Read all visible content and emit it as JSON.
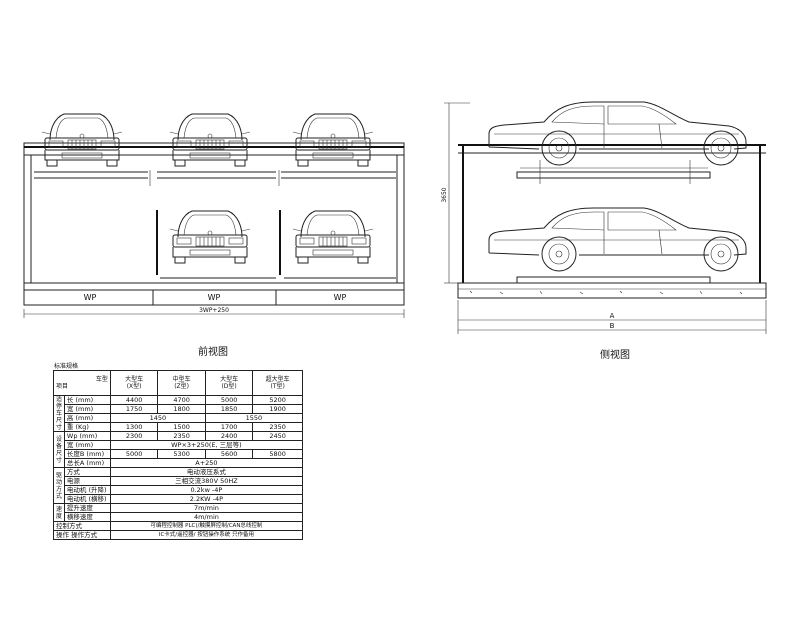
{
  "front_view": {
    "wp_labels": [
      "WP",
      "WP",
      "WP"
    ],
    "total_width": "3WP+250",
    "caption": "前视图"
  },
  "side_view": {
    "height": "3650",
    "dim_a": "A",
    "dim_b": "B",
    "caption": "侧视图"
  },
  "spec_table": {
    "title": "标准规格",
    "header": {
      "corner_top": "车型",
      "corner_bottom": "项目",
      "types": [
        {
          "name": "大型车",
          "code": "(X型)"
        },
        {
          "name": "中型车",
          "code": "(Z型)"
        },
        {
          "name": "大型车",
          "code": "(D型)"
        },
        {
          "name": "超大型车",
          "code": "(T型)"
        }
      ]
    },
    "groups": {
      "car_size": "适停车尺寸",
      "equipment_size": "设备尺寸",
      "drive": "驱动方式",
      "speed": "速度"
    },
    "rows": {
      "length": {
        "label": "长 (mm)",
        "values": [
          "4400",
          "4700",
          "5000",
          "5200"
        ]
      },
      "width": {
        "label": "宽 (mm)",
        "values": [
          "1750",
          "1800",
          "1850",
          "1900"
        ]
      },
      "height": {
        "label": "高 (mm)",
        "values": [
          "1450",
          "1550"
        ]
      },
      "weight": {
        "label": "重 (Kg)",
        "values": [
          "1300",
          "1500",
          "1700",
          "2350"
        ]
      },
      "wp": {
        "label": "Wp (mm)",
        "values": [
          "2300",
          "2350",
          "2400",
          "2450"
        ]
      },
      "total_width": {
        "label": "宽 (mm)",
        "value": "WP×3+250(E, 三层等)"
      },
      "total_length": {
        "label": "长度B (mm)",
        "values": [
          "5000",
          "5300",
          "5600",
          "5800"
        ]
      },
      "pit": {
        "label": "总长A (mm)",
        "value": "A+250"
      },
      "mode": {
        "label": "方式",
        "value": "电动液压系式"
      },
      "power": {
        "label": "电源",
        "value": "三相交流380V 50HZ"
      },
      "motor_lift": {
        "label": "电动机 (升降)",
        "value": "0.2kw -4P"
      },
      "motor_trav": {
        "label": "电动机 (横移)",
        "value": "2.2KW -4P"
      },
      "speed_lift": {
        "label": "提升速度",
        "value": "7m/min"
      },
      "speed_trav": {
        "label": "横移速度",
        "value": "4m/min"
      },
      "control": {
        "label": "控制方式",
        "value": "可编程控制器 PLC)/触摸屏控制/CAN总线控制"
      },
      "operation": {
        "label": "操作 操作方式",
        "value": "IC卡式/遥控器/ 按钮操作系统 只作备用"
      }
    }
  }
}
